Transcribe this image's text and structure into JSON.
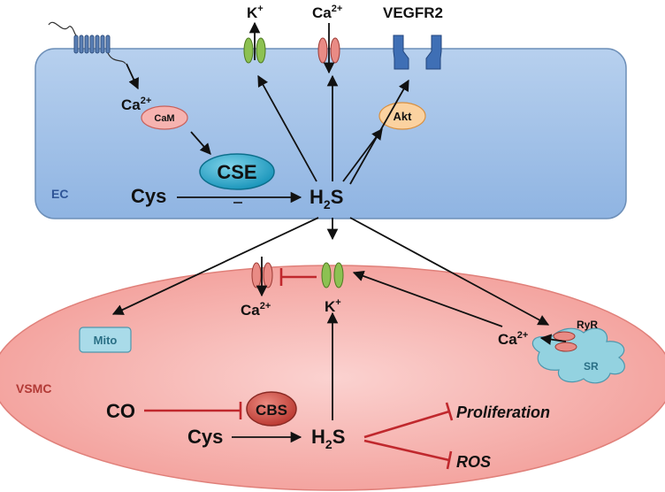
{
  "colors": {
    "ec_fill": "#a9c6e8",
    "vsmc_fill": "#f5b3b0",
    "inhibit": "#c0282d",
    "k_channel": "#8cc152",
    "ca_channel": "#e98b85",
    "vegfr2": "#3f6fb5",
    "cse": "#1aa0c4",
    "cbs": "#c8423a",
    "akt": "#fbcf98",
    "cam": "#f6a6a3",
    "mito": "#a9dbe9",
    "sr": "#93d2e0"
  },
  "ec": {
    "region_label": "EC",
    "top_labels": {
      "k": "K",
      "k_sup": "+",
      "ca": "Ca",
      "ca_sup": "2+",
      "vegfr2": "VEGFR2"
    },
    "ca_label": "Ca",
    "ca_sup": "2+",
    "cam": "CaM",
    "cse": "CSE",
    "akt": "Akt",
    "cys": "Cys",
    "h2s_h": "H",
    "h2s_sub": "2",
    "h2s_s": "S"
  },
  "vsmc": {
    "region_label": "VSMC",
    "ca_label": "Ca",
    "ca_sup": "2+",
    "k_label": "K",
    "k_sup": "+",
    "mito": "Mito",
    "sr_ca_label": "Ca",
    "sr_ca_sup": "2+",
    "ryr": "RyR",
    "sr": "SR",
    "co": "CO",
    "cbs": "CBS",
    "cys": "Cys",
    "h2s_h": "H",
    "h2s_sub": "2",
    "h2s_s": "S",
    "proliferation": "Proliferation",
    "ros": "ROS"
  }
}
